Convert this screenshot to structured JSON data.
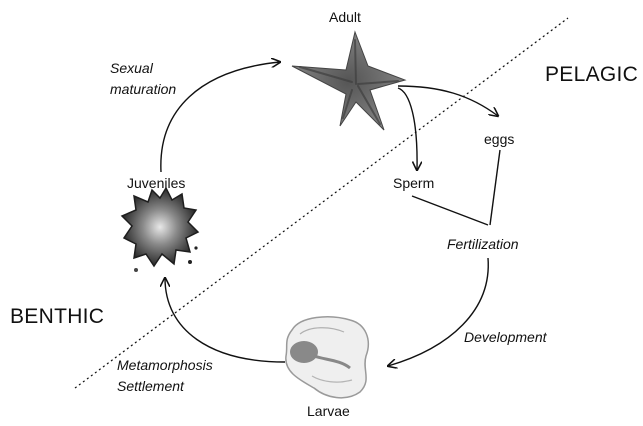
{
  "stages": {
    "adult": "Adult",
    "eggs": "eggs",
    "sperm": "Sperm",
    "juveniles": "Juveniles",
    "larvae": "Larvae"
  },
  "processes": {
    "sexual_maturation_line1": "Sexual",
    "sexual_maturation_line2": "maturation",
    "fertilization": "Fertilization",
    "development": "Development",
    "metamorphosis": "Metamorphosis",
    "settlement": "Settlement"
  },
  "zones": {
    "pelagic": "PELAGIC",
    "benthic": "BENTHIC"
  },
  "colors": {
    "ink": "#111111",
    "starfish": "#6b6b6b",
    "juvenile": "#2e2e2e",
    "larva": "#9a9a9a"
  }
}
